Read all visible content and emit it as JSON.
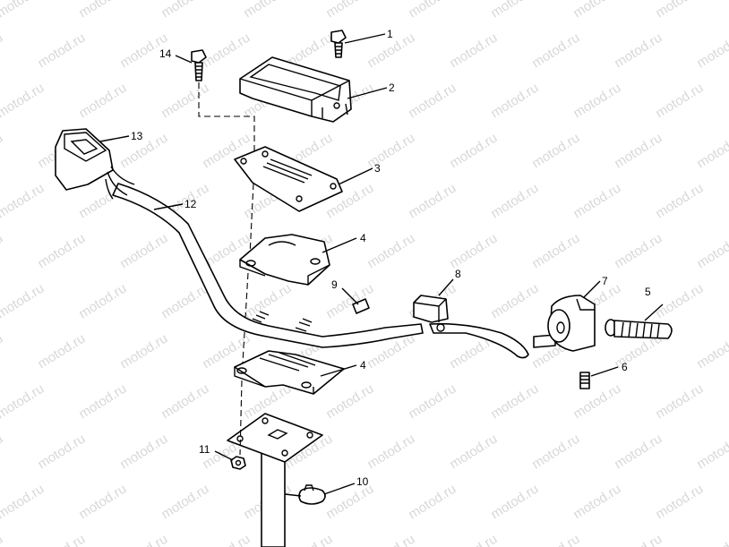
{
  "watermark": "motod.ru",
  "callouts": [
    "1",
    "2",
    "3",
    "4",
    "5",
    "6",
    "7",
    "8",
    "9",
    "10",
    "11",
    "12",
    "13",
    "14",
    "4"
  ]
}
